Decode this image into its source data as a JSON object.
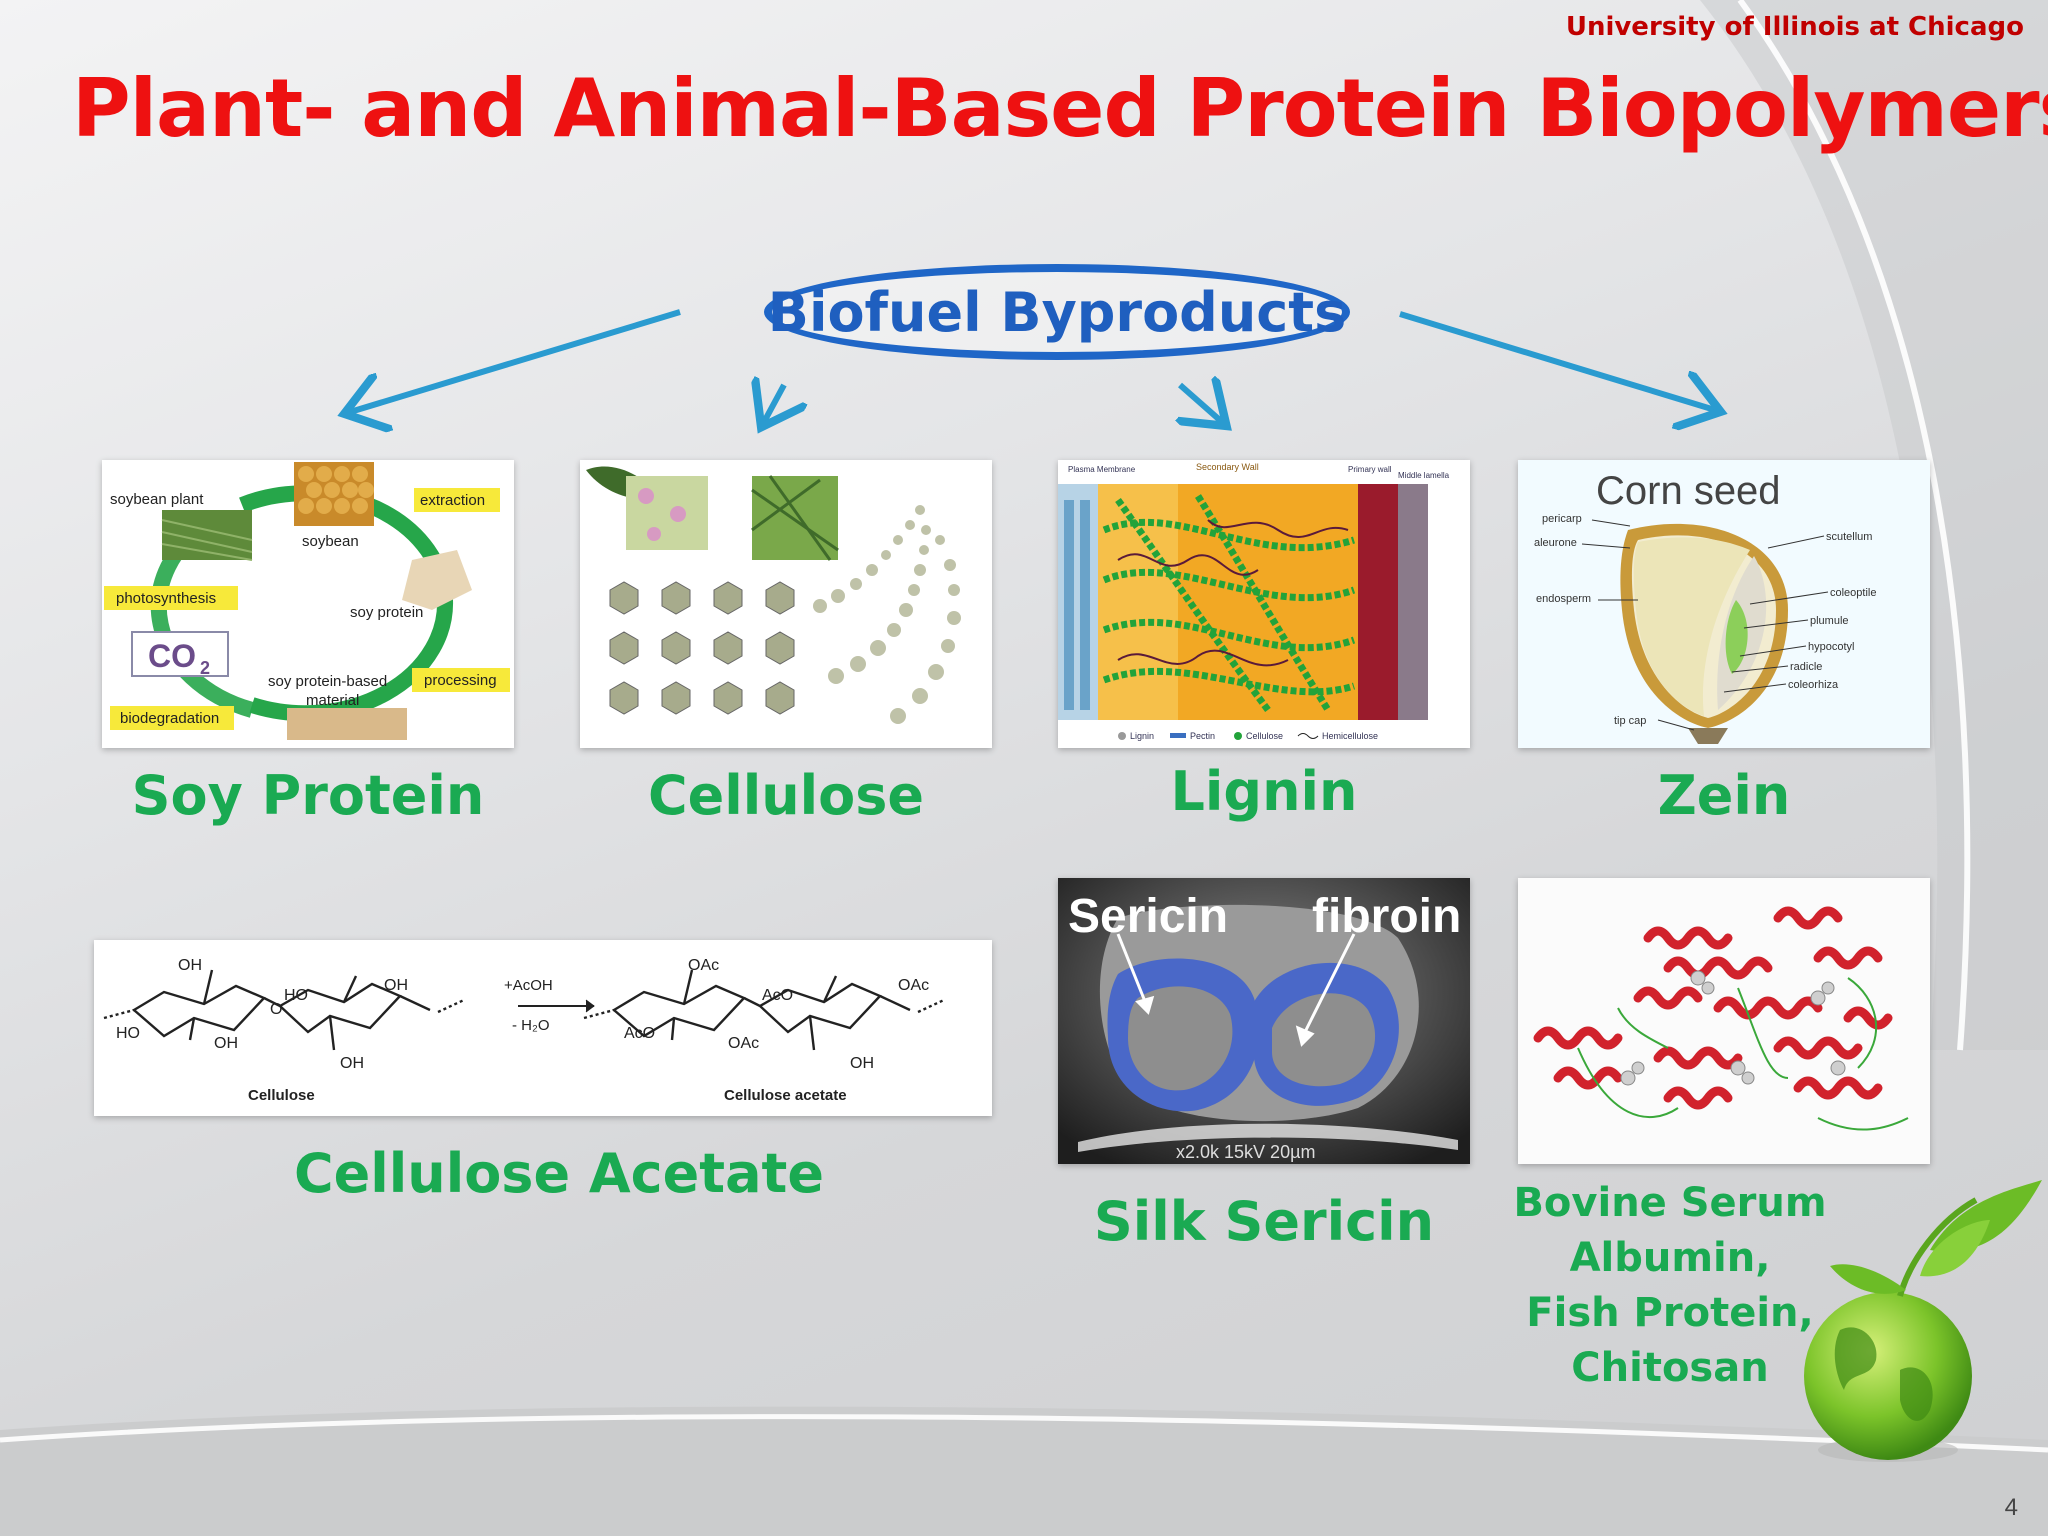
{
  "header": {
    "institution": "University of Illinois at Chicago",
    "title": "Plant- and Animal-Based Protein Biopolymers"
  },
  "center": {
    "oval_label": "Biofuel Byproducts"
  },
  "colors": {
    "title_red": "#ee1111",
    "label_green": "#1aaa52",
    "oval_blue": "#1f66c7",
    "arrow_blue": "#2a9bd0"
  },
  "panels": {
    "soy": {
      "label": "Soy Protein",
      "diagram": {
        "soybean_plant": "soybean plant",
        "soybean": "soybean",
        "extraction": "extraction",
        "photosynthesis": "photosynthesis",
        "soy_protein": "soy protein",
        "co2": "CO",
        "co2_sub": "2",
        "soy_material_line1": "soy protein-based",
        "soy_material_line2": "material",
        "processing": "processing",
        "biodegradation": "biodegradation"
      }
    },
    "cellulose": {
      "label": "Cellulose"
    },
    "lignin": {
      "label": "Lignin",
      "diagram": {
        "plasma_membrane": "Plasma Membrane",
        "secondary_wall": "Secondary Wall",
        "primary_wall": "Primary wall",
        "middle_lamella": "Middle lamella",
        "legend_lignin": "Lignin",
        "legend_pectin": "Pectin",
        "legend_cellulose": "Cellulose",
        "legend_hemicellulose": "Hemicellulose"
      }
    },
    "zein": {
      "label": "Zein",
      "diagram": {
        "title": "Corn seed",
        "pericarp": "pericarp",
        "aleurone": "aleurone",
        "endosperm": "endosperm",
        "scutellum": "scutellum",
        "coleoptile": "coleoptile",
        "plumule": "plumule",
        "hypocotyl": "hypocotyl",
        "radicle": "radicle",
        "coleorhiza": "coleorhiza",
        "tip_cap": "tip cap"
      }
    },
    "acetate": {
      "label": "Cellulose Acetate",
      "diagram": {
        "left_name": "Cellulose",
        "right_name": "Cellulose acetate",
        "reagent_top": "+AcOH",
        "reagent_bottom": "- H₂O",
        "oh": "OH",
        "ho": "HO",
        "o": "O",
        "oac": "OAc",
        "aco": "AcO"
      }
    },
    "silk": {
      "label": "Silk Sericin",
      "diagram": {
        "sericin": "Sericin",
        "fibroin": "fibroin",
        "scale": "x2.0k   15kV  20µm"
      }
    },
    "bsa": {
      "label_lines": [
        "Bovine Serum",
        "Albumin,",
        "Fish Protein,",
        "Chitosan"
      ]
    }
  },
  "footer": {
    "page_number": "4"
  }
}
